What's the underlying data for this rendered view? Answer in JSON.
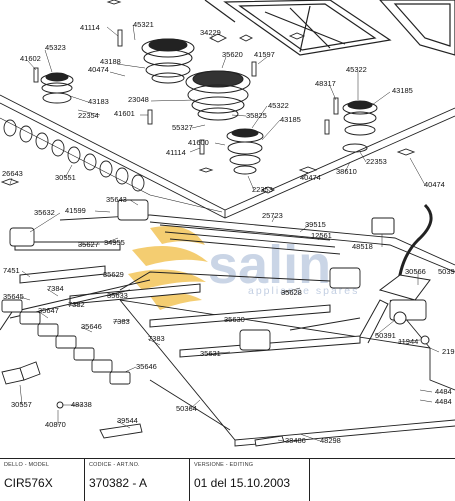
{
  "parts": {
    "p41114a": "41114",
    "p45321": "45321",
    "p34229": "34229",
    "p45323": "45323",
    "p35620": "35620",
    "p41597": "41597",
    "p41602": "41602",
    "p43188": "43188",
    "p40474a": "40474",
    "p45322a": "45322",
    "p48317": "48317",
    "p43185a": "43185",
    "p23048": "23048",
    "p43183": "43183",
    "p22354": "22354",
    "p41601": "41601",
    "p55327": "55327",
    "p35825": "35825",
    "p45322b": "45322",
    "p43185b": "43185",
    "p41600": "41600",
    "p41114b": "41114",
    "p22353a": "22353",
    "p38610": "38610",
    "p26643": "26643",
    "p30551": "30551",
    "p40474b": "40474",
    "p22353b": "22353",
    "p40474c": "40474",
    "p35643": "35643",
    "p41599": "41599",
    "p35632": "35632",
    "p25723": "25723",
    "p39515": "39515",
    "p12561": "12561",
    "p48518": "48518",
    "p35627": "35627",
    "p34955": "34955",
    "p7451": "7451",
    "p35629": "35629",
    "p30566": "30566",
    "p5039": "5039",
    "p7384": "7384",
    "p35645": "35645",
    "p35633": "35633",
    "p35628": "35628",
    "p7382": "7382",
    "p35647": "35647",
    "p7383a": "7383",
    "p35646a": "35646",
    "p35630": "35630",
    "p50391": "50391",
    "p11944": "11944",
    "p219": "219",
    "p7383b": "7383",
    "p35631": "35631",
    "p35646b": "35646",
    "p4484a": "4484",
    "p4484b": "4484",
    "p30557": "30557",
    "p48338": "48338",
    "p50364": "50364",
    "p40870": "40870",
    "p39544": "39544",
    "p38486": "38486",
    "p48298": "48298"
  },
  "watermark": {
    "brand": "salin",
    "tagline": "appliance spares"
  },
  "title_block": {
    "model_header": "DELLO - MODEL",
    "model_value": "CIR576X",
    "code_header": "CODICE - ART.NO.",
    "code_value": "370382 - A",
    "version_header": "VERSIONE - EDITING",
    "version_value": "01 del 15.10.2003"
  }
}
